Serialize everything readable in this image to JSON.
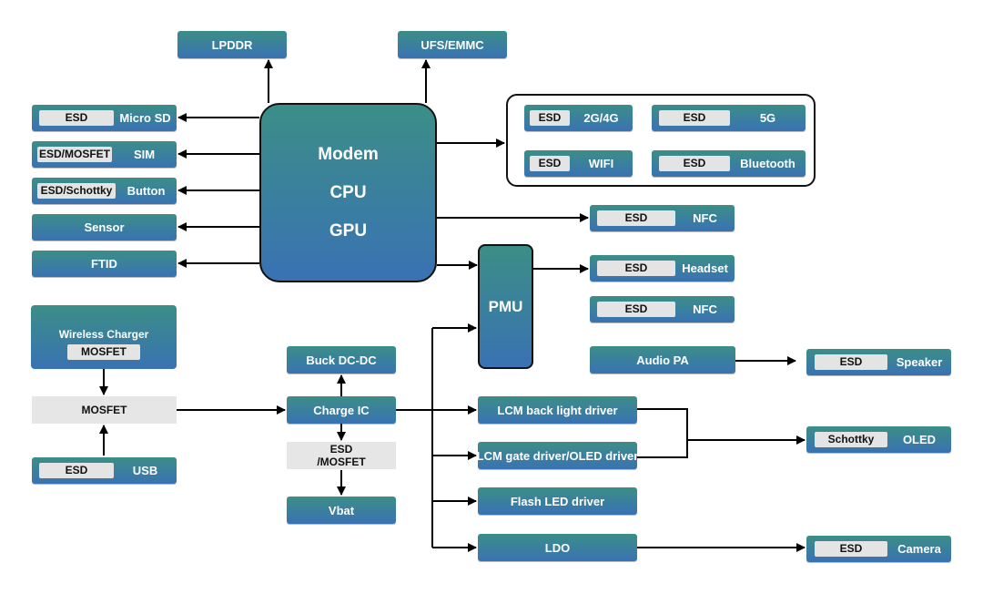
{
  "soc": {
    "line1": "Modem",
    "line2": "CPU",
    "line3": "GPU"
  },
  "pmu": {
    "label": "PMU"
  },
  "memory": {
    "lpddr": "LPDDR",
    "ufs": "UFS/EMMC"
  },
  "left": {
    "micro_sd": {
      "chip": "ESD",
      "label": "Micro SD"
    },
    "sim": {
      "chip": "ESD/MOSFET",
      "label": "SIM"
    },
    "button": {
      "chip": "ESD/Schottky",
      "label": "Button"
    },
    "sensor": "Sensor",
    "ftid": "FTID"
  },
  "wireless": {
    "radios": [
      {
        "chip": "ESD",
        "label": "2G/4G"
      },
      {
        "chip": "ESD",
        "label": "5G"
      },
      {
        "chip": "ESD",
        "label": "WIFI"
      },
      {
        "chip": "ESD",
        "label": "Bluetooth"
      }
    ]
  },
  "right": {
    "nfc_top": {
      "chip": "ESD",
      "label": "NFC"
    },
    "headset": {
      "chip": "ESD",
      "label": "Headset"
    },
    "nfc_pmu": {
      "chip": "ESD",
      "label": "NFC"
    },
    "audio_pa": "Audio PA",
    "speaker": {
      "chip": "ESD",
      "label": "Speaker"
    }
  },
  "charging": {
    "wireless_charger": "Wireless Charger",
    "wireless_mosfet": "MOSFET",
    "mosfet": "MOSFET",
    "usb": {
      "chip": "ESD",
      "label": "USB"
    },
    "buck": "Buck DC-DC",
    "charge_ic": "Charge IC",
    "esd_mosfet_line1": "ESD",
    "esd_mosfet_line2": "/MOSFET",
    "vbat": "Vbat"
  },
  "drivers": {
    "lcm_backlight": "LCM back light driver",
    "lcm_gate": "LCM gate driver/OLED driver",
    "flash_led": "Flash LED driver",
    "ldo": "LDO"
  },
  "outputs": {
    "oled": {
      "chip": "Schottky",
      "label": "OLED"
    },
    "camera": {
      "chip": "ESD",
      "label": "Camera"
    }
  }
}
